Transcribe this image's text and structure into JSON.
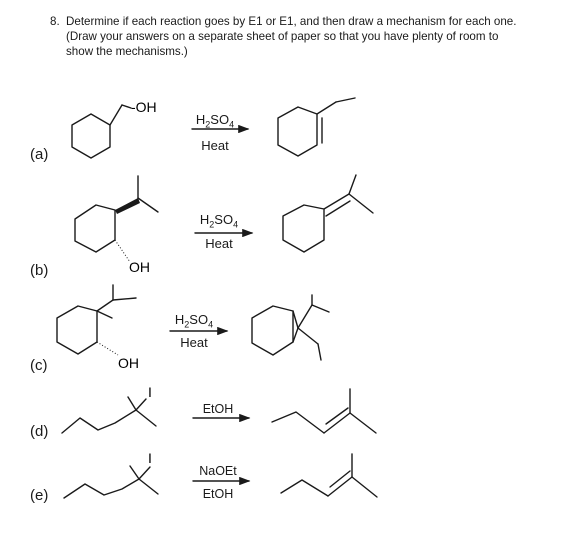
{
  "question": {
    "number": "8.",
    "lines": [
      "Determine if each reaction goes by E1 or E1, and then draw a mechanism for each one.",
      "(Draw your answers on a separate sheet of paper so that you have plenty of room to",
      "show the mechanisms.)"
    ]
  },
  "reactions": [
    {
      "label": "(a)",
      "reagent_top": "H2SO4",
      "reagent_bottom": "Heat",
      "substituent": "OH"
    },
    {
      "label": "(b)",
      "reagent_top": "H2SO4",
      "reagent_bottom": "Heat",
      "substituent": "OH"
    },
    {
      "label": "(c)",
      "reagent_top": "H2SO4",
      "reagent_bottom": "Heat",
      "substituent": "OH"
    },
    {
      "label": "(d)",
      "reagent_top": "EtOH",
      "reagent_bottom": "",
      "substituent": "I"
    },
    {
      "label": "(e)",
      "reagent_top": "NaOEt",
      "reagent_bottom": "EtOH",
      "substituent": "I"
    }
  ]
}
